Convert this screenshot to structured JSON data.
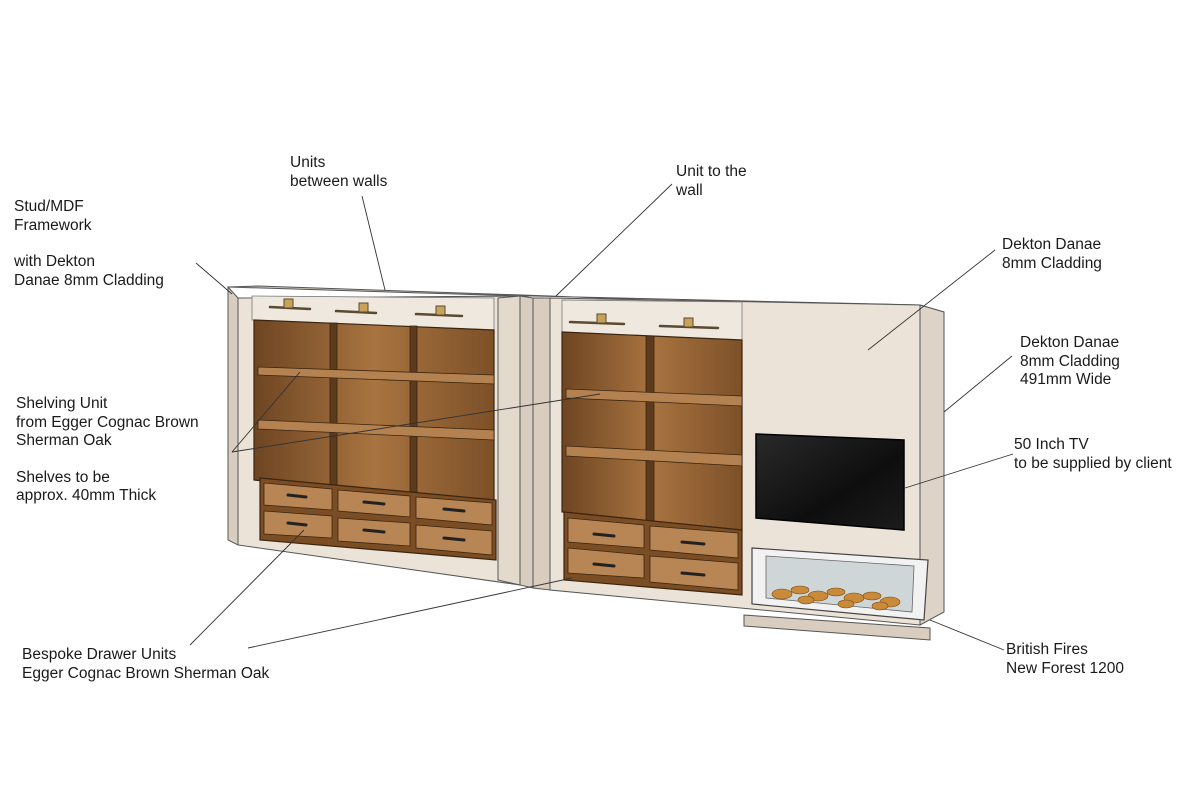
{
  "colors": {
    "cladding": "#ebe3d8",
    "cladding_edge": "#d8cdbf",
    "oak": "#8a5a2e",
    "oak_light": "#b07d4a",
    "oak_dark": "#5c3a1c",
    "tv": "#141414",
    "leader": "#333333"
  },
  "labels": {
    "framework": {
      "line1": "Stud/MDF",
      "line2": "Framework",
      "line3": "with Dekton",
      "line4": "Danae 8mm Cladding"
    },
    "units_between": {
      "line1": "Units",
      "line2": "between walls"
    },
    "unit_to_wall": {
      "line1": "Unit to the",
      "line2": "wall"
    },
    "cladding_top": {
      "line1": "Dekton Danae",
      "line2": "8mm Cladding"
    },
    "cladding_side": {
      "line1": "Dekton Danae",
      "line2": "8mm Cladding",
      "line3": "491mm Wide"
    },
    "shelving": {
      "line1": "Shelving Unit",
      "line2": "from Egger Cognac Brown",
      "line3": "Sherman Oak",
      "line4": "Shelves to be",
      "line5": "approx. 40mm Thick"
    },
    "tv": {
      "line1": "50 Inch TV",
      "line2": "to be supplied by client"
    },
    "drawers": {
      "line1": "Bespoke Drawer Units",
      "line2": "Egger Cognac Brown Sherman Oak"
    },
    "fire": {
      "line1": "British Fires",
      "line2": "New Forest 1200"
    }
  }
}
